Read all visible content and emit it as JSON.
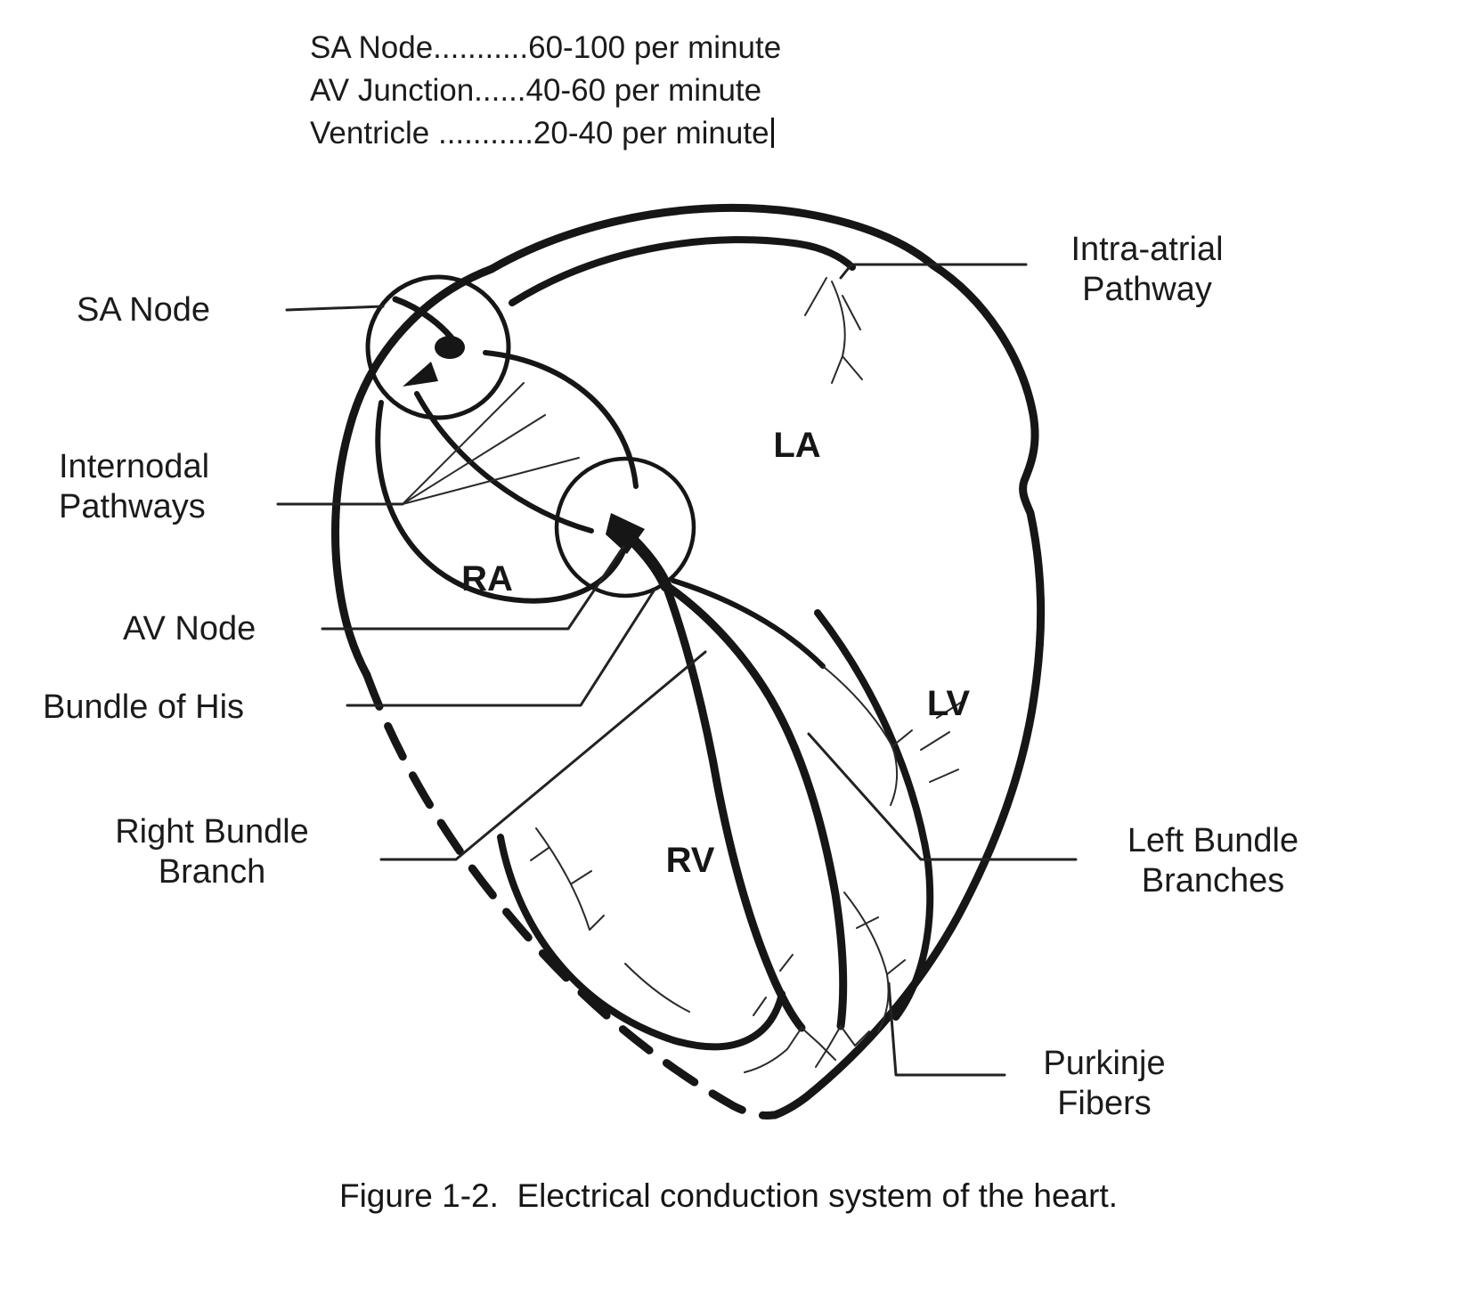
{
  "rates": {
    "lines": [
      {
        "text": "SA Node...........60-100 per minute"
      },
      {
        "text": "AV Junction......40-60 per minute"
      },
      {
        "text": "Ventricle ...........20-40 per minute"
      }
    ]
  },
  "diagram": {
    "labels": {
      "sa_node": "SA Node",
      "intra_atrial_pathway": "Intra-atrial Pathway",
      "internodal_pathways": "Internodal Pathways",
      "av_node": "AV Node",
      "bundle_of_his": "Bundle of His",
      "right_bundle_branch": "Right Bundle Branch",
      "left_bundle_branches": "Left Bundle Branches",
      "purkinje_fibers": "Purkinje Fibers"
    },
    "chambers": {
      "la": "LA",
      "ra": "RA",
      "lv": "LV",
      "rv": "RV"
    }
  },
  "caption": "Figure 1-2.  Electrical conduction system of the heart."
}
